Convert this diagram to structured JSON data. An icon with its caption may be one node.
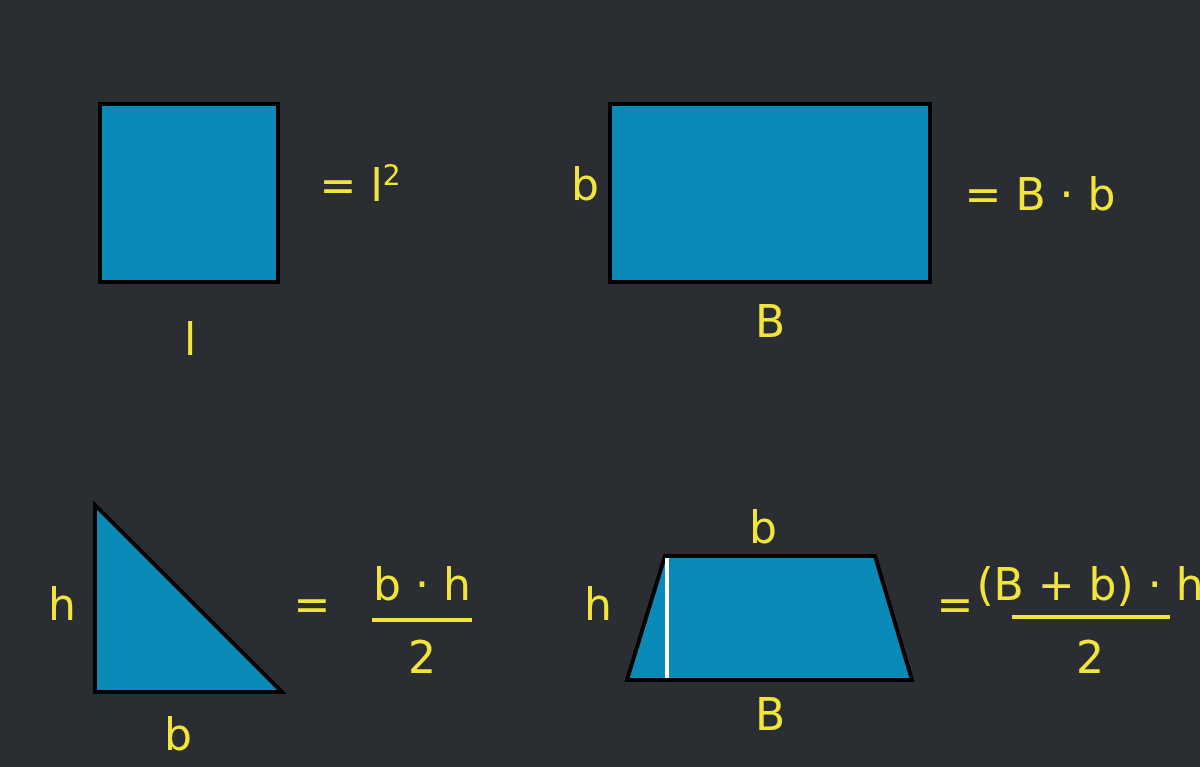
{
  "diagram": {
    "nodes": [
      {
        "text": [],
        "shape": "box",
        "beside": [
          "= l$^{2}$",
          "l"
        ]
      },
      {
        "text": [],
        "shape": "box",
        "beside": [
          "b",
          "= B · b",
          "B"
        ]
      },
      {
        "text": [],
        "shape": "triangle",
        "beside": [
          "h",
          "=",
          "b · h",
          "2",
          "b"
        ]
      },
      {
        "text": [],
        "shape": "trapezoid",
        "beside": [
          "b",
          "h",
          "=",
          "(B + b) · h",
          "2",
          "B"
        ]
      }
    ]
  }
}
